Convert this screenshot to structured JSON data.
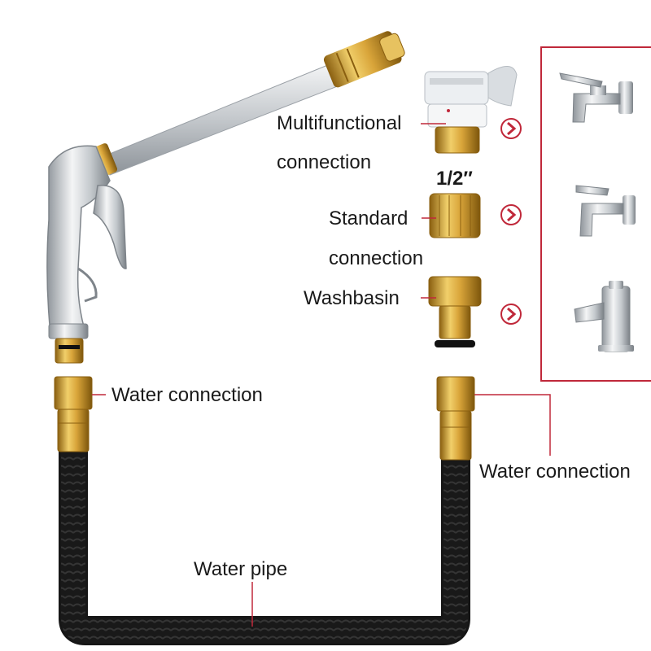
{
  "labels": {
    "multifunctional_1": "Multifunctional",
    "multifunctional_2": "connection",
    "half_inch": "1/2″",
    "standard_1": "Standard",
    "standard_2": "connection",
    "washbasin": "Washbasin",
    "water_connection_left": "Water connection",
    "water_connection_right": "Water connection",
    "water_pipe": "Water pipe"
  },
  "colors": {
    "callout_red": "#c0283a",
    "brass": "#d4a63a",
    "brass_dark": "#9a6e14",
    "hose": "#1b1b1b",
    "chrome": "#c9cdd1"
  },
  "icons": [
    "spray-gun-icon",
    "multifunctional-adapter-icon",
    "standard-adapter-icon",
    "washbasin-adapter-icon",
    "wall-tap-icon",
    "wall-tap-small-icon",
    "basin-faucet-icon",
    "arrow-right-circle-icon"
  ]
}
